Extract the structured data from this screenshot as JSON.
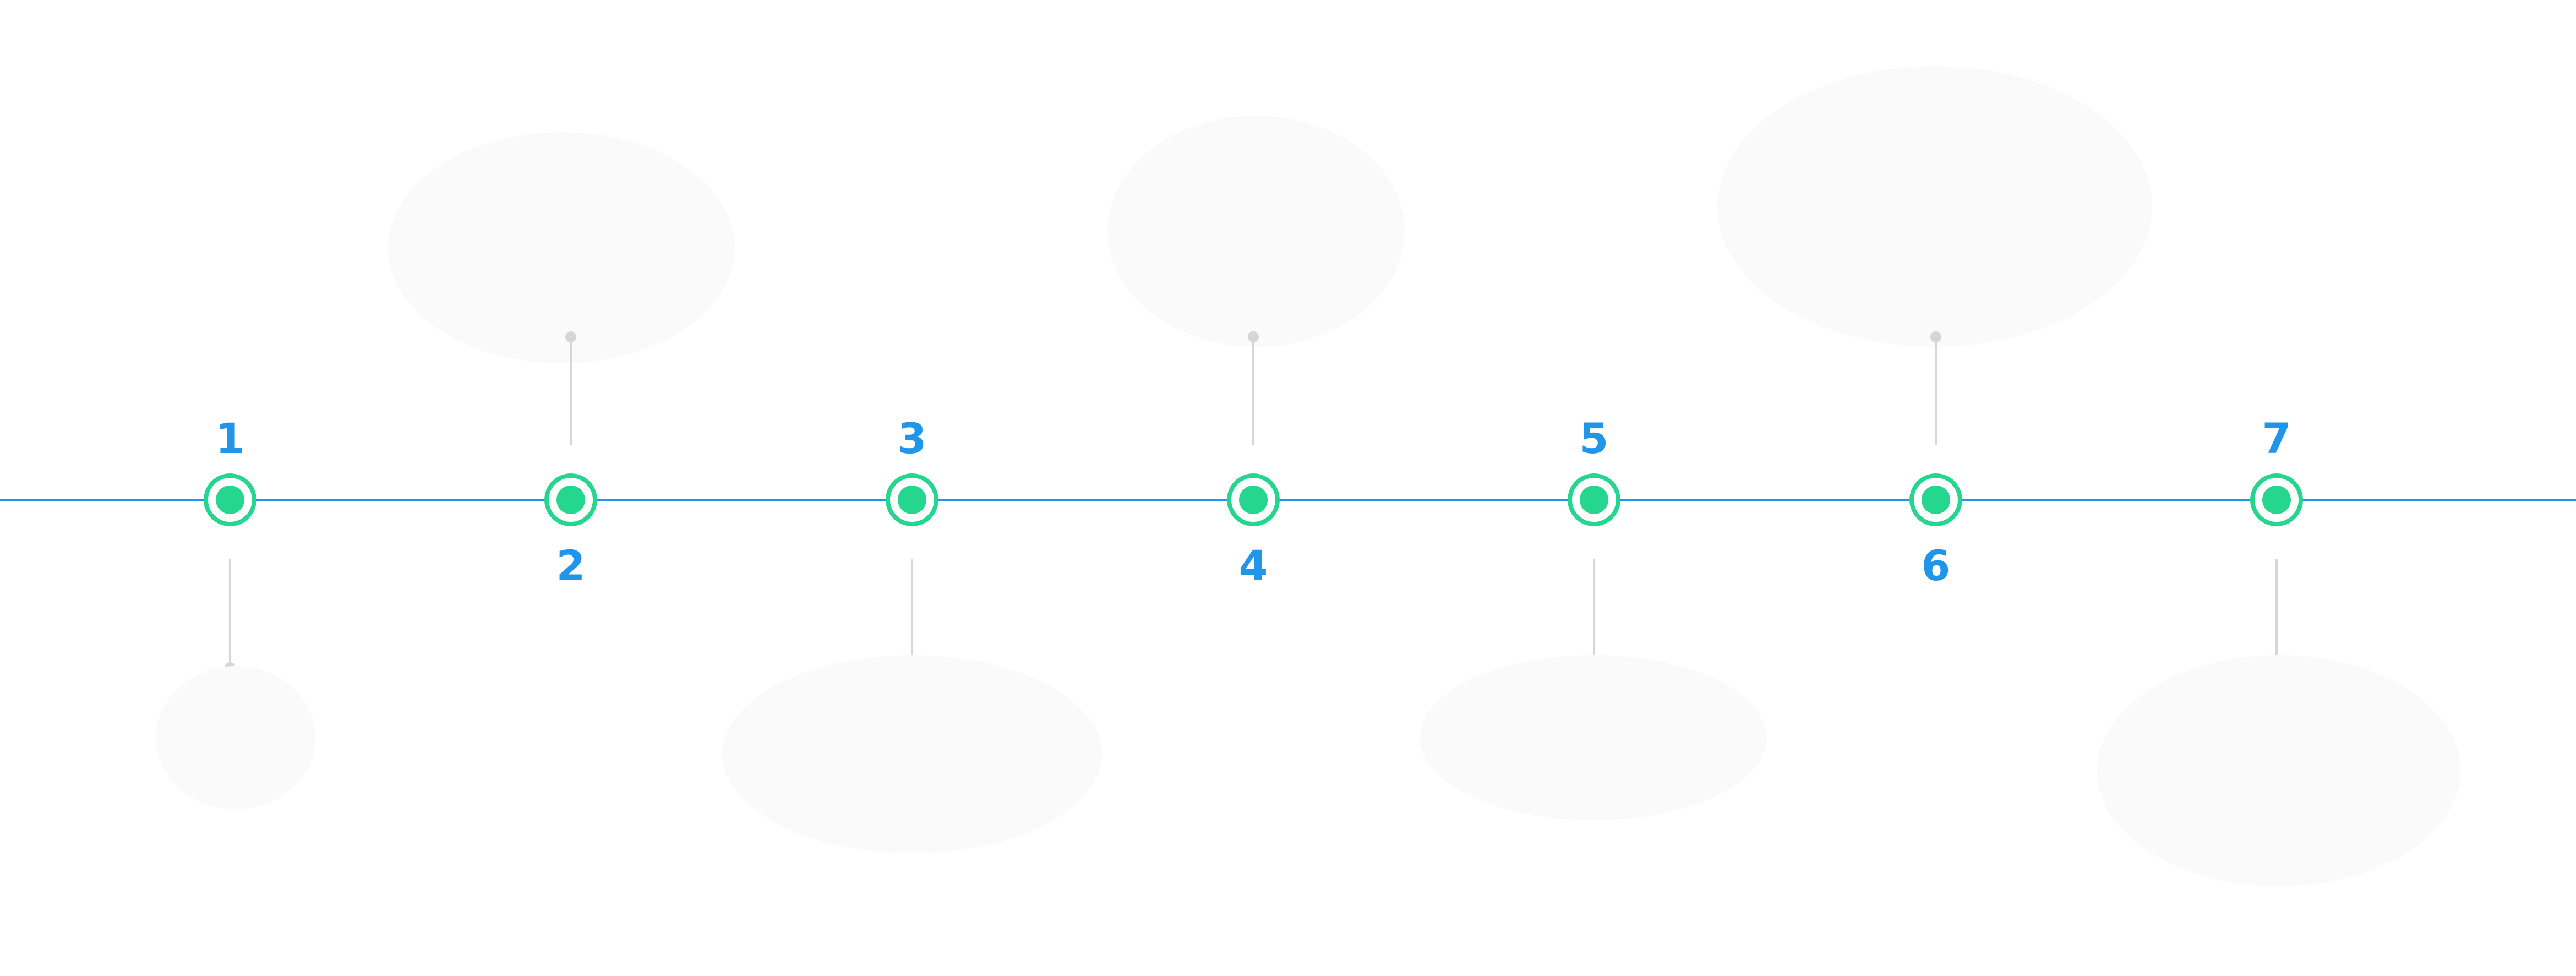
{
  "timeline": {
    "accent_color": "#2196e8",
    "node_color": "#25d68f",
    "connector_color": "#d6d6d6",
    "steps": [
      {
        "number": "1",
        "caption": ""
      },
      {
        "number": "2",
        "caption": ""
      },
      {
        "number": "3",
        "caption": ""
      },
      {
        "number": "4",
        "caption": ""
      },
      {
        "number": "5",
        "caption": ""
      },
      {
        "number": "6",
        "caption": ""
      },
      {
        "number": "7",
        "caption": ""
      }
    ]
  }
}
